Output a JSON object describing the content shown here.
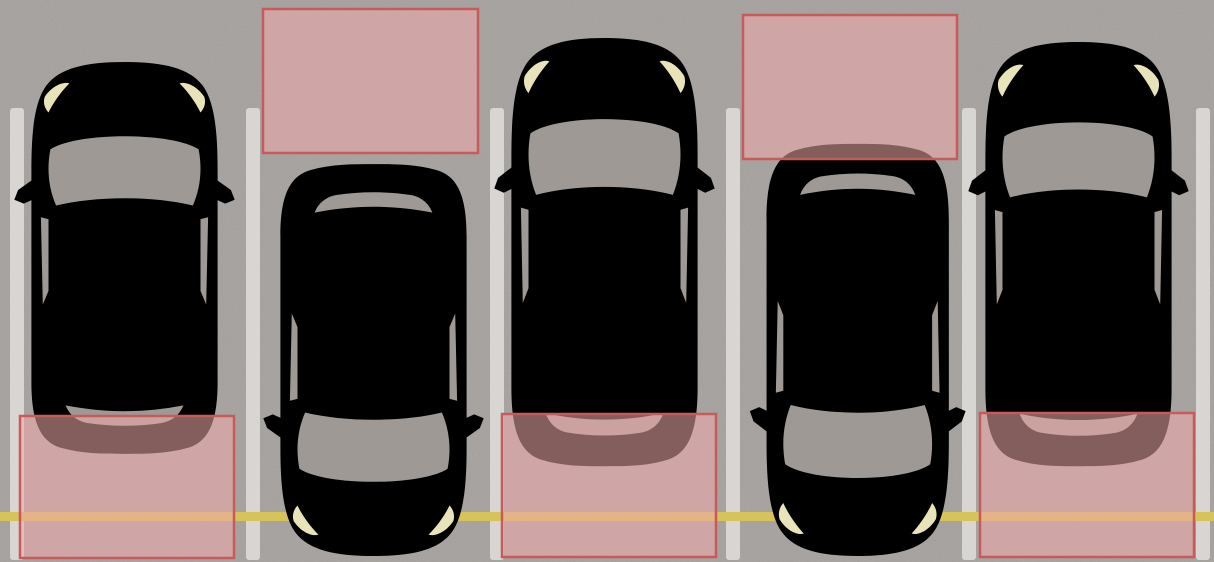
{
  "scene": {
    "background": "#a09c99",
    "asphalt_noise": "#8f8b87",
    "stall_line_color": "#d8d6d3",
    "yellow_line_color": "#d8c25a",
    "car_color": "#000000",
    "glass_color": "#9e9994",
    "headlight_color": "#e8e3b8",
    "highlight_fill": "rgba(240,170,170,0.55)",
    "highlight_stroke": "#c75b5b",
    "cars": [
      {
        "name": "car-1",
        "facing": "up"
      },
      {
        "name": "car-2",
        "facing": "down"
      },
      {
        "name": "car-3",
        "facing": "up"
      },
      {
        "name": "car-4",
        "facing": "down"
      },
      {
        "name": "car-5",
        "facing": "up"
      }
    ],
    "highlight_boxes": [
      {
        "name": "highlight-box-rear-car-1"
      },
      {
        "name": "highlight-box-rear-car-2"
      },
      {
        "name": "highlight-box-rear-car-3"
      },
      {
        "name": "highlight-box-rear-car-4"
      },
      {
        "name": "highlight-box-rear-car-5"
      }
    ]
  }
}
